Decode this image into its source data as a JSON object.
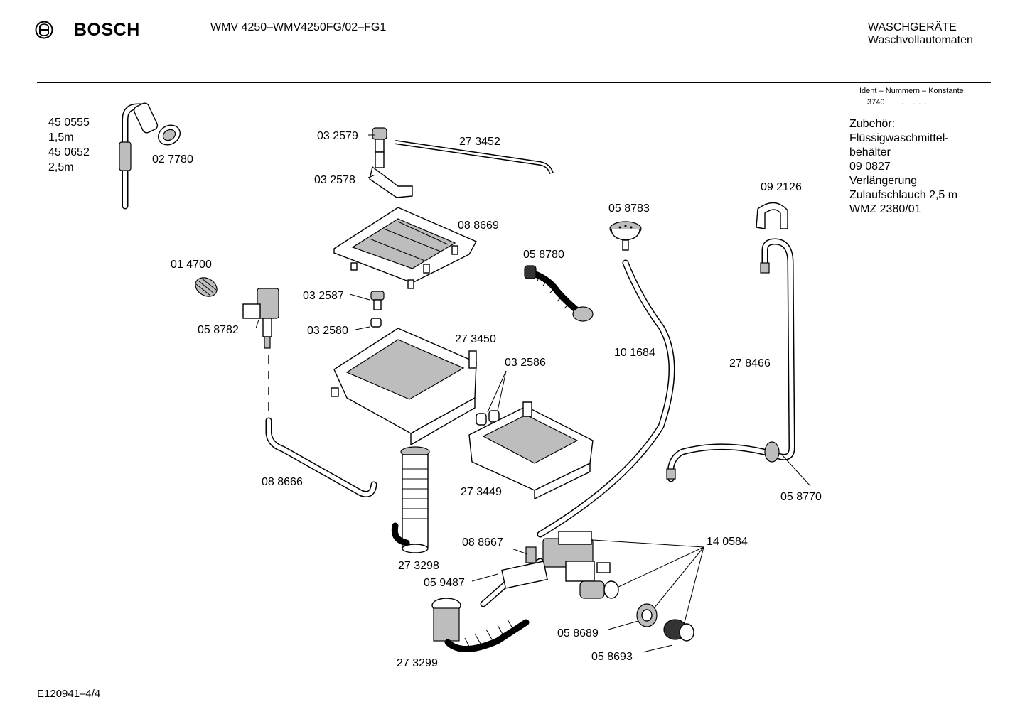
{
  "header": {
    "brand": "BOSCH",
    "model": "WMV 4250–WMV4250FG/02–FG1",
    "category_main": "WASCHGERÄTE",
    "category_sub": "Waschvollautomaten"
  },
  "ident": {
    "title": "Ident – Nummern – Konstante",
    "code": "3740",
    "dots": ". . . . ."
  },
  "accessories": [
    "Zubehör:",
    "Flüssigwaschmittel-",
    "behälter",
    "09 0827",
    "Verlängerung",
    "Zulaufschlauch 2,5 m",
    "WMZ 2380/01"
  ],
  "parts": {
    "hose_lengths": [
      "45 0555",
      "1,5m",
      "45 0652",
      "2,5m"
    ],
    "p027780": "02 7780",
    "p032579": "03 2579",
    "p273452": "27 3452",
    "p032578": "03 2578",
    "p088669": "08 8669",
    "p058783": "05 8783",
    "p092126": "09 2126",
    "p014700": "01 4700",
    "p058780": "05 8780",
    "p032587": "03 2587",
    "p058782": "05 8782",
    "p032580": "03 2580",
    "p273450": "27 3450",
    "p101684": "10 1684",
    "p032586": "03 2586",
    "p278466": "27 8466",
    "p088666": "08 8666",
    "p273449": "27 3449",
    "p058770": "05 8770",
    "p088667": "08 8667",
    "p140584": "14 0584",
    "p273298": "27 3298",
    "p059487": "05 9487",
    "p058689": "05 8689",
    "p058693": "05 8693",
    "p273299": "27 3299"
  },
  "footer": {
    "code": "E120941–4/4"
  }
}
